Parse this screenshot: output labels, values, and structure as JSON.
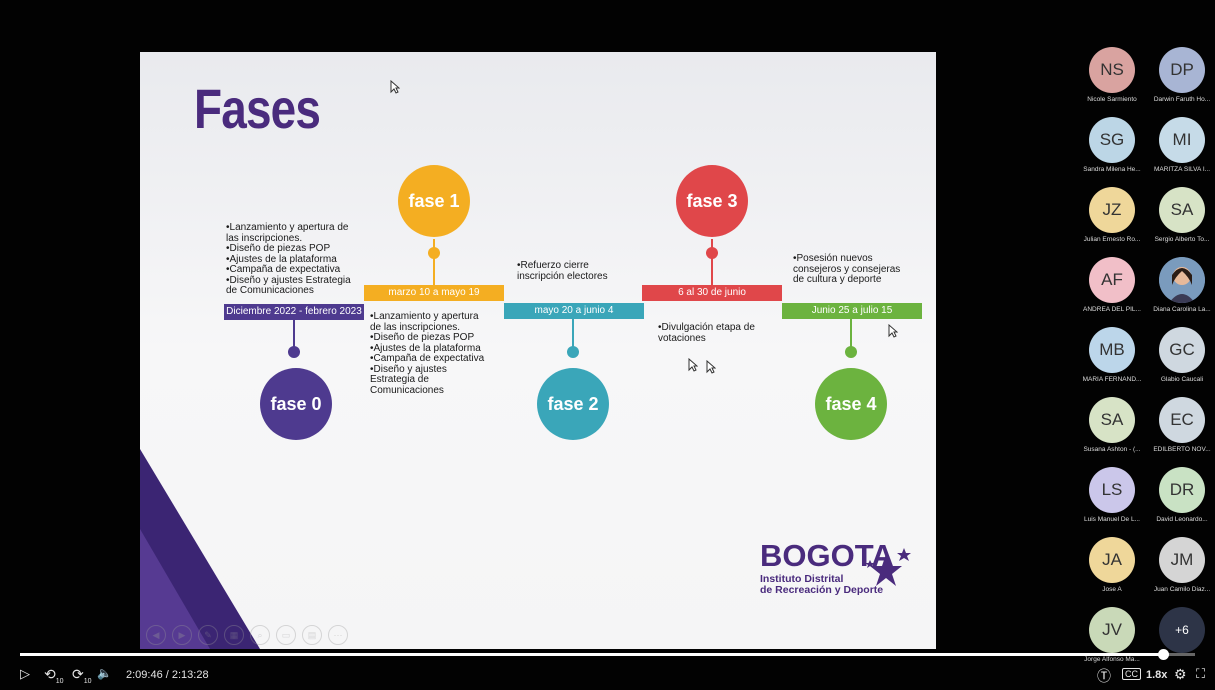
{
  "slide": {
    "title": "Fases",
    "phases": [
      {
        "circle": "fase 0",
        "bar": "Diciembre 2022 - febrero 2023",
        "color": "#4e3a8f",
        "note": [
          "•Lanzamiento y apertura de",
          "las inscripciones.",
          "•Diseño de piezas POP",
          "•Ajustes de la plataforma",
          "•Campaña de expectativa",
          "•Diseño y ajustes Estrategia",
          "de Comunicaciones"
        ]
      },
      {
        "circle": "fase 1",
        "bar": "marzo 10 a mayo 19",
        "color": "#f4ae22",
        "note": [
          "•Lanzamiento y apertura",
          "de las inscripciones.",
          "•Diseño de piezas POP",
          "•Ajustes de la plataforma",
          "•Campaña de expectativa",
          "•Diseño y ajustes",
          "Estrategia de",
          "Comunicaciones"
        ]
      },
      {
        "circle": "fase 2",
        "bar": "mayo 20 a junio 4",
        "color": "#3aa6b9",
        "note": [
          "•Refuerzo cierre",
          "inscripción electores"
        ]
      },
      {
        "circle": "fase 3",
        "bar": "6 al 30 de junio",
        "color": "#e0474a",
        "note": [
          "•Divulgación etapa de",
          "votaciones"
        ]
      },
      {
        "circle": "fase 4",
        "bar": "Junio 25 a julio 15",
        "color": "#6cb33f",
        "note": [
          "•Posesión nuevos",
          "consejeros y consejeras",
          "de cultura y deporte"
        ]
      }
    ],
    "logo": {
      "word": "BOGOTA",
      "line1": "Instituto Distrital",
      "line2": "de Recreación y Deporte"
    }
  },
  "participants": [
    {
      "initials": "NS",
      "name": "Nicole Sarmiento",
      "bg": "#d9a3a0"
    },
    {
      "initials": "DP",
      "name": "Darwin Faruth Ho...",
      "bg": "#a8b5d4"
    },
    {
      "initials": "SG",
      "name": "Sandra Milena He...",
      "bg": "#bcd6e6"
    },
    {
      "initials": "MI",
      "name": "MARITZA SILVA I...",
      "bg": "#c6dbe8"
    },
    {
      "initials": "JZ",
      "name": "Julian Ernesto Ro...",
      "bg": "#efd79a"
    },
    {
      "initials": "SA",
      "name": "Sergio Alberto To...",
      "bg": "#d7e3c6"
    },
    {
      "initials": "AF",
      "name": "ANDREA DEL PIL...",
      "bg": "#f1bfc8"
    },
    {
      "initials": "",
      "name": "Diana Carolina La...",
      "bg": "#6b8db0",
      "photo": true
    },
    {
      "initials": "MB",
      "name": "MARIA FERNAND...",
      "bg": "#bcd6ea"
    },
    {
      "initials": "GC",
      "name": "Glabio Caucali",
      "bg": "#cfd8e0"
    },
    {
      "initials": "SA",
      "name": "Susana Ashton - (...",
      "bg": "#d7e3c6"
    },
    {
      "initials": "EC",
      "name": "EDILBERTO NOV...",
      "bg": "#cfd8e0"
    },
    {
      "initials": "LS",
      "name": "Luis Manuel De L...",
      "bg": "#cbc7ea"
    },
    {
      "initials": "DR",
      "name": "David Leonardo...",
      "bg": "#c9e2c4"
    },
    {
      "initials": "JA",
      "name": "Jose A",
      "bg": "#efd79a"
    },
    {
      "initials": "JM",
      "name": "Juan Camilo Diaz...",
      "bg": "#d5d5d5"
    },
    {
      "initials": "JV",
      "name": "Jorge Alfonso Ma...",
      "bg": "#c9d9b8"
    },
    {
      "initials": "+6",
      "name": "",
      "bg": "#2d3447",
      "more": true
    }
  ],
  "player": {
    "time": "2:09:46 / 2:13:28",
    "progress": 0.9726,
    "speed": "1.8x",
    "icons": {
      "play": "▷",
      "back": "⟲",
      "forward": "⟳",
      "volume": "🔈",
      "captions": "CC",
      "settings": "⚙",
      "fullscreen": "⛶",
      "transcript": "Ⓣ",
      "skip_label": "10"
    }
  }
}
